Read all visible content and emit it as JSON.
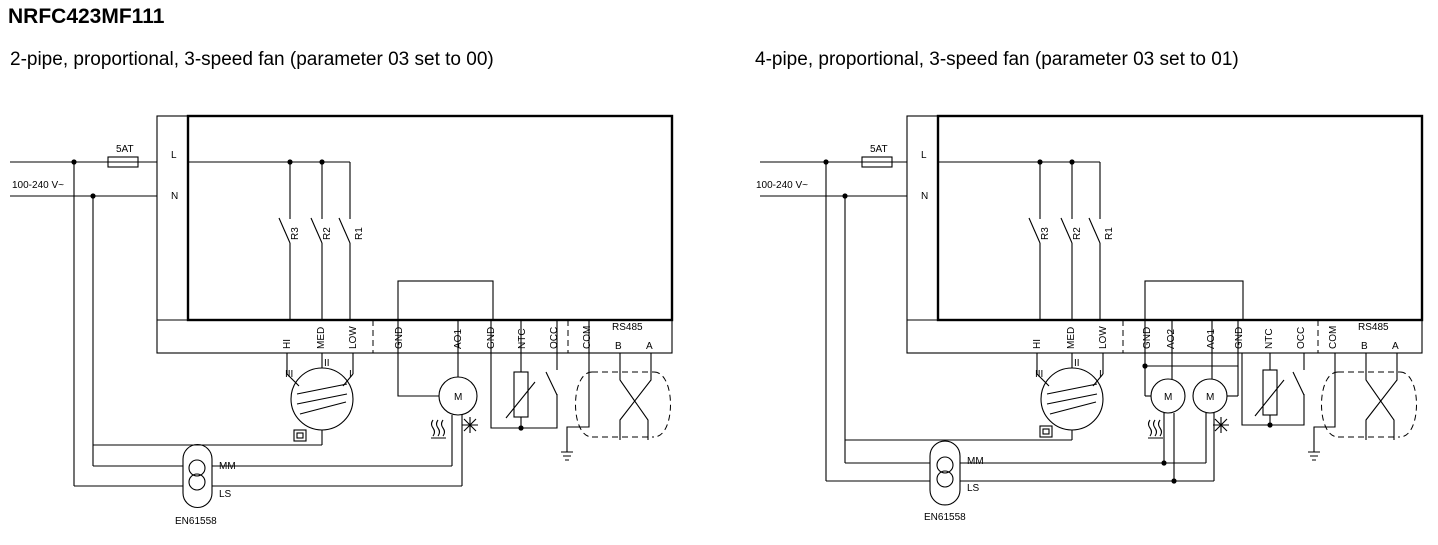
{
  "title": "NRFC423MF111",
  "left": {
    "subtitle": "2-pipe, proportional, 3-speed fan (parameter 03 set to 00)",
    "fuse": "5AT",
    "supply": "100-240 V~",
    "L": "L",
    "N": "N",
    "relays": [
      "R3",
      "R2",
      "R1"
    ],
    "terminals": [
      "HI",
      "MED",
      "LOW",
      "GND",
      "AO1",
      "GND",
      "NTC",
      "OCC",
      "COM"
    ],
    "rs485": "RS485",
    "B": "B",
    "A": "A",
    "speeds": [
      "III",
      "II",
      "I"
    ],
    "M": "M",
    "MM": "MM",
    "LS": "LS",
    "standard": "EN61558"
  },
  "right": {
    "subtitle": "4-pipe, proportional, 3-speed fan (parameter 03 set to 01)",
    "fuse": "5AT",
    "supply": "100-240 V~",
    "L": "L",
    "N": "N",
    "relays": [
      "R3",
      "R2",
      "R1"
    ],
    "terminals": [
      "HI",
      "MED",
      "LOW",
      "GND",
      "AO2",
      "AO1",
      "GND",
      "NTC",
      "OCC",
      "COM"
    ],
    "rs485": "RS485",
    "B": "B",
    "A": "A",
    "speeds": [
      "III",
      "II",
      "I"
    ],
    "M": "M",
    "MM": "MM",
    "LS": "LS",
    "standard": "EN61558"
  }
}
